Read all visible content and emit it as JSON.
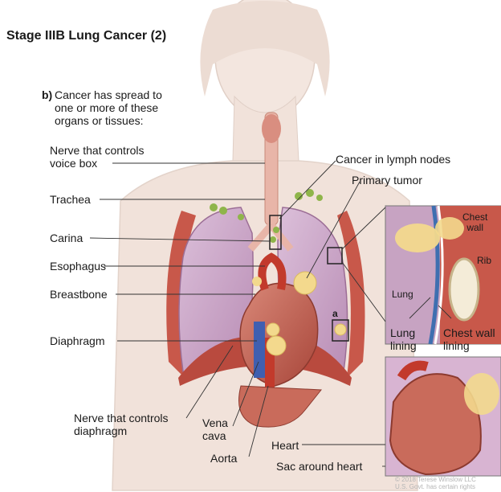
{
  "title": "Stage IIIB Lung Cancer (2)",
  "subtitle_marker": "b)",
  "subtitle": "Cancer has spread to\none or more of these\norgans or tissues:",
  "labels": {
    "nerve_voice_box": "Nerve that controls\nvoice box",
    "trachea": "Trachea",
    "carina": "Carina",
    "esophagus": "Esophagus",
    "breastbone": "Breastbone",
    "diaphragm": "Diaphragm",
    "nerve_diaphragm": "Nerve that controls\ndiaphragm",
    "vena_cava": "Vena\ncava",
    "aorta": "Aorta",
    "heart": "Heart",
    "sac_around_heart": "Sac around heart",
    "cancer_lymph_nodes": "Cancer in lymph nodes",
    "primary_tumor": "Primary tumor",
    "marker_a": "a"
  },
  "inset": {
    "chest_wall": "Chest\nwall",
    "rib": "Rib",
    "lung": "Lung",
    "lung_lining": "Lung\nlining",
    "chest_wall_lining": "Chest wall\nlining"
  },
  "copyright": "© 2018 Terese Winslow LLC\nU.S. Govt. has certain rights",
  "colors": {
    "lung": "#c9a2c6",
    "lung_dark": "#a9789f",
    "muscle": "#c8584a",
    "heart": "#c96b5b",
    "tumor": "#f3d98d",
    "node": "#8fb54a",
    "skin": "#f1e2da",
    "vena_cava": "#3f5fb0",
    "aorta": "#c23a2c"
  }
}
